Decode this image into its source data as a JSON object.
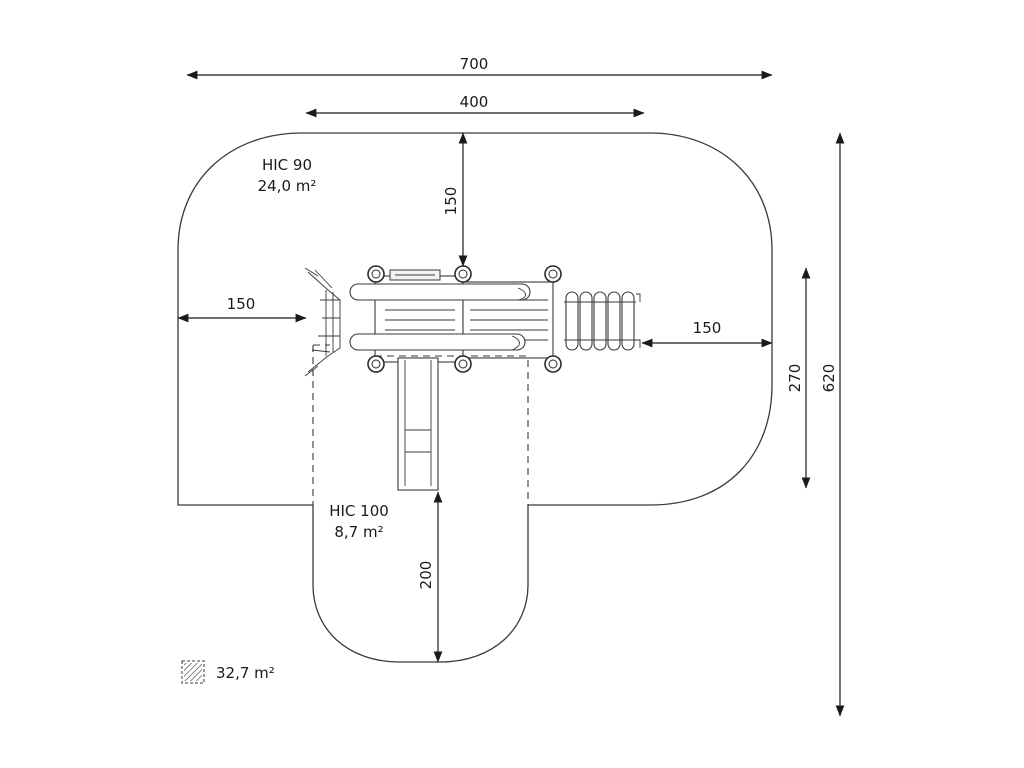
{
  "dimensions": {
    "total_width": "700",
    "structure_width": "400",
    "top_clearance": "150",
    "left_clearance": "150",
    "right_clearance": "150",
    "slide_clearance": "200",
    "inner_height": "270",
    "total_height": "620"
  },
  "zones": {
    "main": {
      "name": "HIC 90",
      "area": "24,0 m²"
    },
    "slide": {
      "name": "HIC 100",
      "area": "8,7 m²"
    }
  },
  "legend": {
    "icon": "hatched-area-icon",
    "total_area": "32,7 m²"
  },
  "colors": {
    "line": "#3a3a3a",
    "text": "#1a1a1a",
    "background": "#ffffff"
  }
}
